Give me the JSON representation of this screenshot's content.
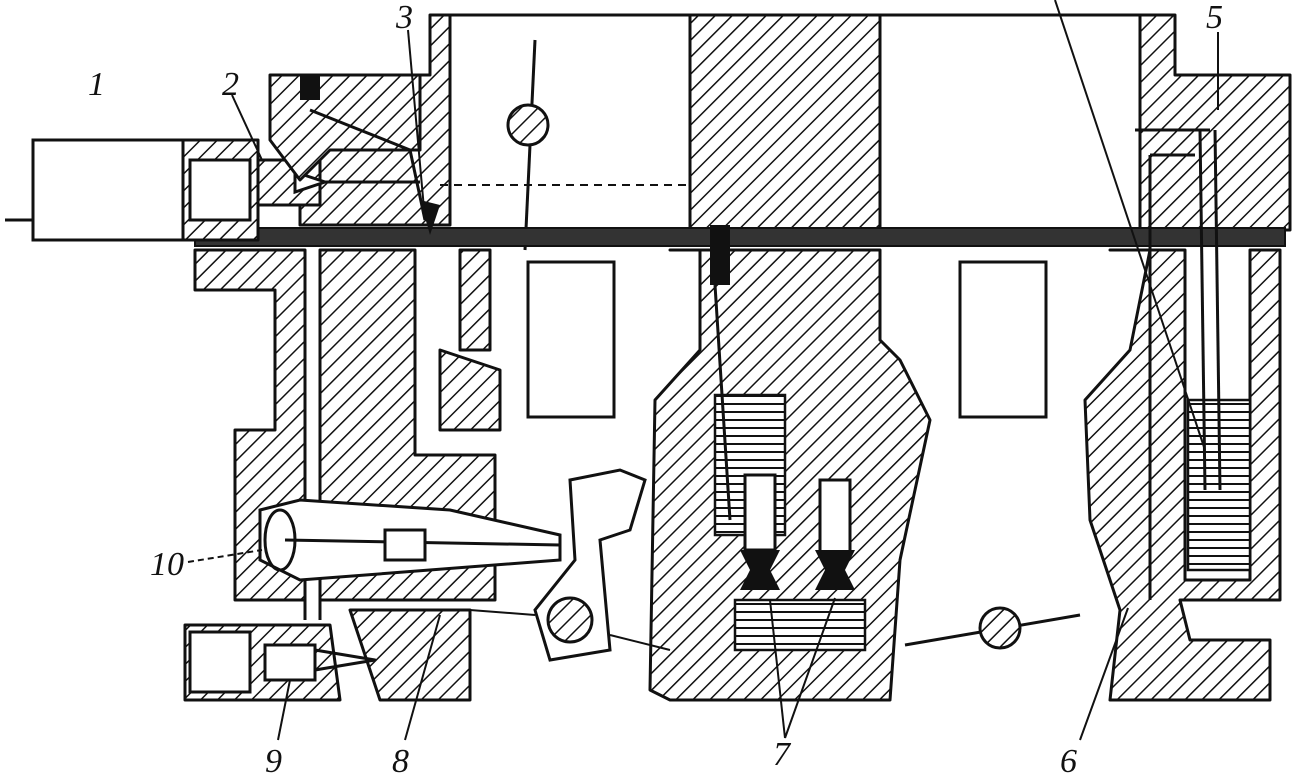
{
  "callouts": [
    {
      "id": "1",
      "text": "1"
    },
    {
      "id": "2",
      "text": "2"
    },
    {
      "id": "3",
      "text": "3"
    },
    {
      "id": "5",
      "text": "5"
    },
    {
      "id": "6",
      "text": "6"
    },
    {
      "id": "7",
      "text": "7"
    },
    {
      "id": "8",
      "text": "8"
    },
    {
      "id": "9",
      "text": "9"
    },
    {
      "id": "10",
      "text": "10"
    }
  ]
}
